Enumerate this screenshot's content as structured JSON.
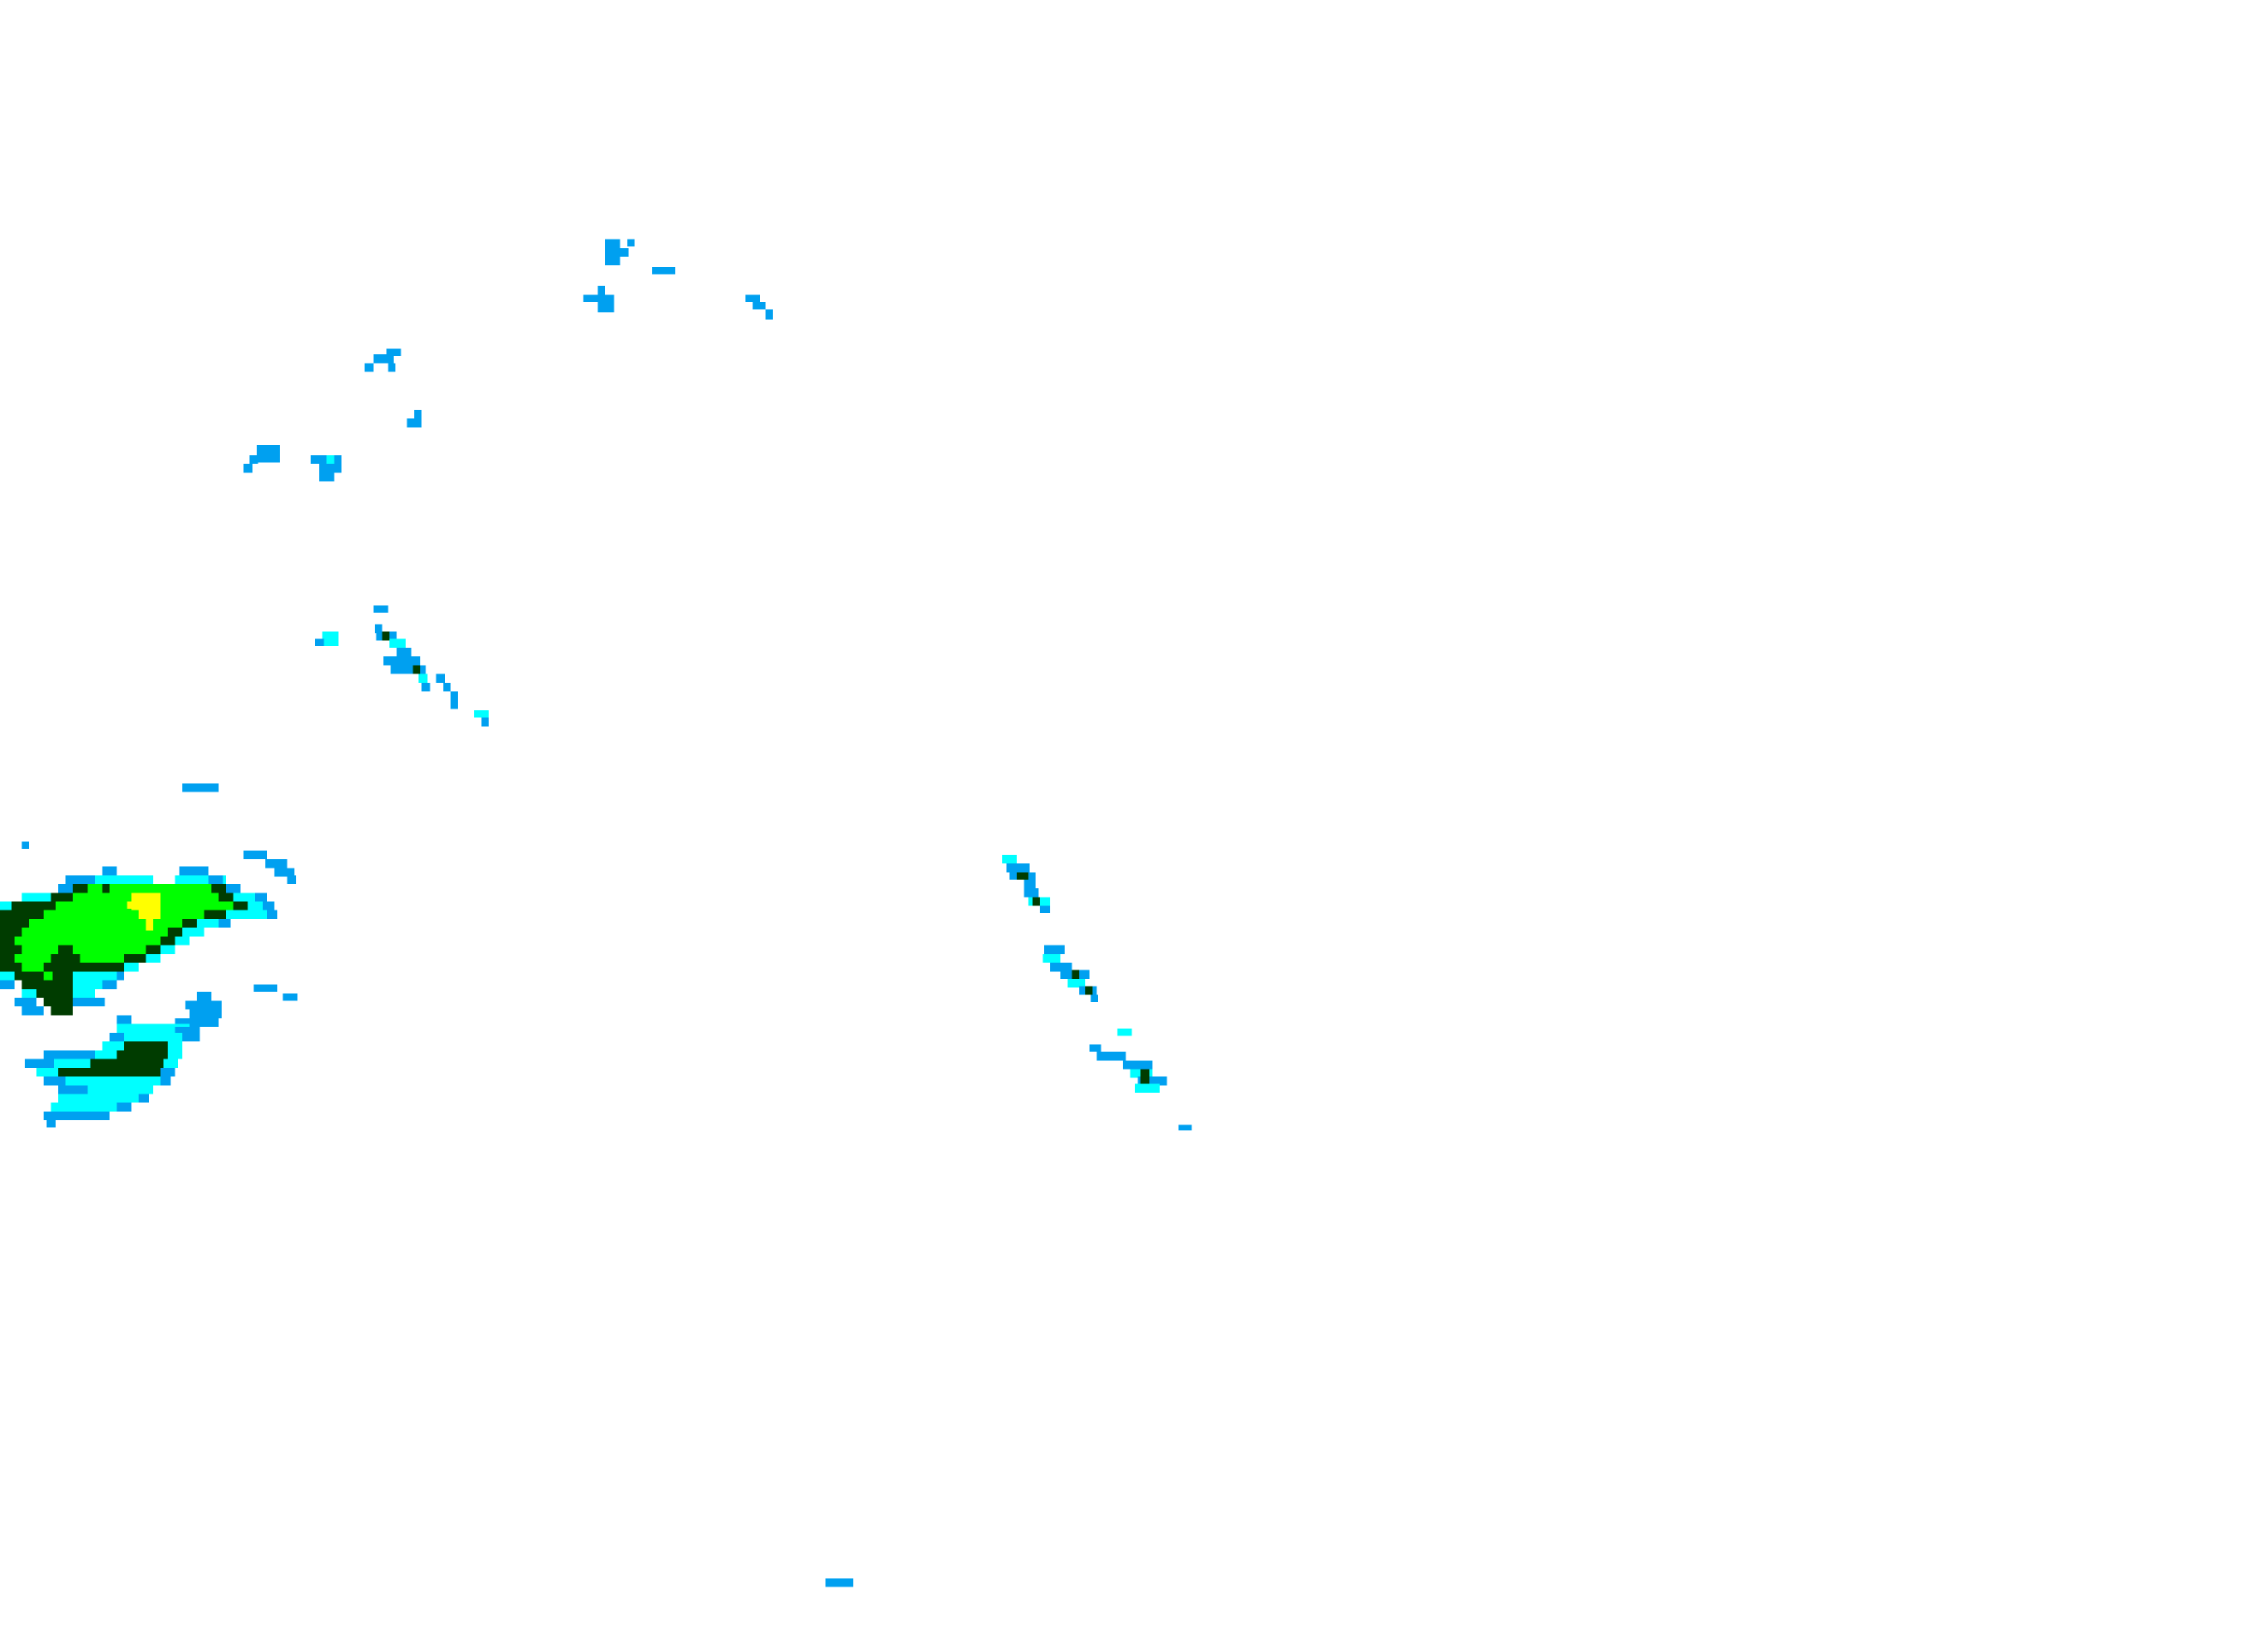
{
  "radar": {
    "palette": {
      "background": "#ffffff",
      "light_blue": "#00a0f0",
      "cyan": "#00ffff",
      "dark_green": "#003c00",
      "green": "#00ff00",
      "yellow": "#ffff00"
    },
    "echoes": [
      {
        "name": "north-echo-cluster-1"
      },
      {
        "name": "north-echo-cluster-2"
      },
      {
        "name": "west-echo-cluster"
      },
      {
        "name": "diagonal-echo-band-west"
      },
      {
        "name": "main-storm-cell"
      },
      {
        "name": "south-west-echo-band"
      },
      {
        "name": "diagonal-echo-band-east"
      },
      {
        "name": "isolated-echo-south"
      }
    ]
  }
}
